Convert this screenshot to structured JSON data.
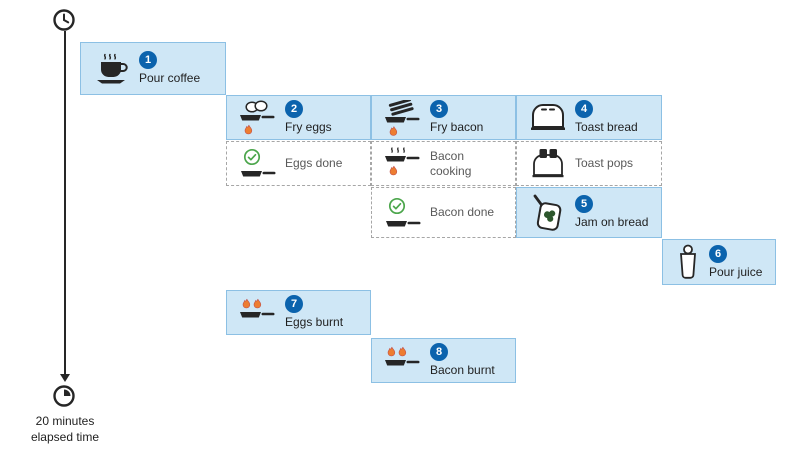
{
  "diagram": {
    "elapsed_time_label": "20 minutes elapsed time"
  },
  "colors": {
    "task_fill": "#cfe7f6",
    "task_border": "#8cc0e4",
    "badge_blue": "#0b63ad",
    "dashed_border": "#a6a6a6",
    "dashed_text": "#595959",
    "text": "#1f1f1f",
    "check_green": "#4CA64C",
    "flame_orange": "#ED7D31"
  },
  "tasks": [
    {
      "badge": "1",
      "label": "Pour coffee",
      "icon": "coffee-cup-icon",
      "style": "solid"
    },
    {
      "badge": "2",
      "label": "Fry eggs",
      "icon": "eggs-pan-icon",
      "style": "solid"
    },
    {
      "badge": "3",
      "label": "Fry bacon",
      "icon": "bacon-pan-icon",
      "style": "solid"
    },
    {
      "badge": "4",
      "label": "Toast bread",
      "icon": "toaster-icon",
      "style": "solid"
    },
    {
      "label": "Eggs done",
      "icon": "check-pan-icon",
      "style": "dashed"
    },
    {
      "label": "Bacon cooking",
      "icon": "steam-pan-icon",
      "style": "dashed"
    },
    {
      "label": "Toast pops",
      "icon": "toaster-popped-icon",
      "style": "dashed"
    },
    {
      "label": "Bacon done",
      "icon": "check-pan-icon",
      "style": "dashed"
    },
    {
      "badge": "5",
      "label": "Jam on bread",
      "icon": "jam-bread-icon",
      "style": "solid"
    },
    {
      "badge": "6",
      "label": "Pour juice",
      "icon": "juice-glass-icon",
      "style": "solid"
    },
    {
      "badge": "7",
      "label": "Eggs burnt",
      "icon": "burnt-pan-icon",
      "style": "solid"
    },
    {
      "badge": "8",
      "label": "Bacon burnt",
      "icon": "burnt-pan-icon",
      "style": "solid"
    }
  ]
}
